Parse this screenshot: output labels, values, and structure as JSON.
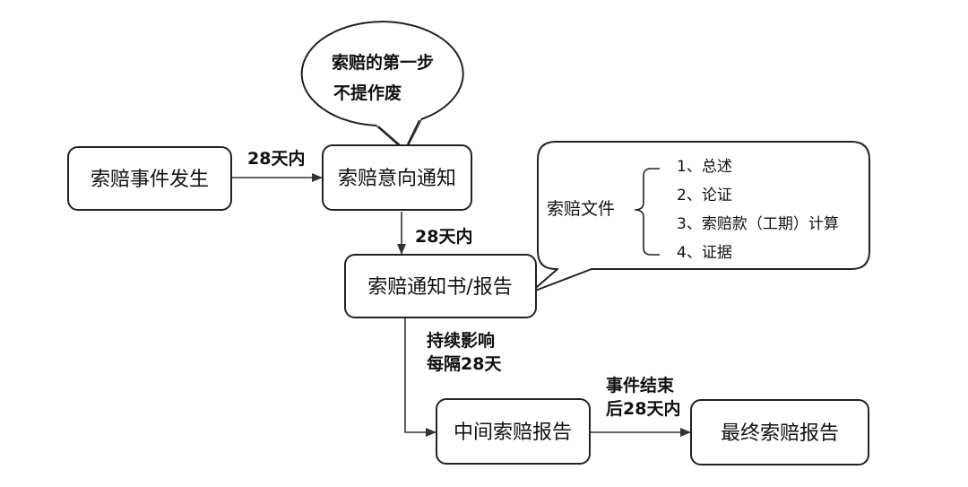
{
  "nodes": {
    "event": "索赔事件发生",
    "intent_notice": "索赔意向通知",
    "notice_report": "索赔通知书/报告",
    "interim_report": "中间索赔报告",
    "final_report": "最终索赔报告"
  },
  "edges": {
    "event_to_intent": "28天内",
    "intent_to_notice": "28天内",
    "notice_to_interim_line1": "持续影响",
    "notice_to_interim_line2": "每隔28天",
    "interim_to_final_line1": "事件结束",
    "interim_to_final_line2": "后28天内"
  },
  "speech_bubble": {
    "line1": "索赔的第一步",
    "line2": "不提作废"
  },
  "claim_documents": {
    "title": "索赔文件",
    "items": [
      "1、总述",
      "2、论证",
      "3、索赔款（工期）计算",
      "4、证据"
    ]
  }
}
